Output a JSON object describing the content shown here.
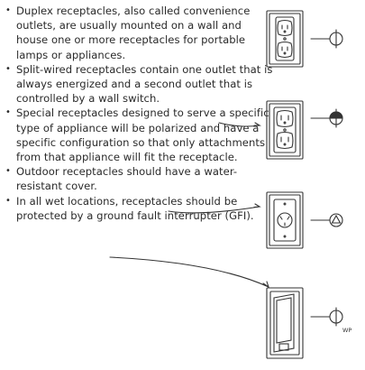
{
  "bullets": [
    "Duplex receptacles, also called convenience outlets, are usually mounted on a wall and house one or more receptacles for portable lamps or appliances.",
    "Split-wired receptacles contain one outlet that is always energized and a second outlet that is controlled by a wall switch.",
    "Special receptacles designed to serve a specific type of appliance will be polarized and have a specific configuration so that only attachments from that appliance will fit the receptacle.",
    "Outdoor receptacles should have a water-resistant cover.",
    "In all wet locations, receptacles should be protected by a ground fault interrupter (GFI)."
  ],
  "symbols": {
    "wp_label": "WP"
  }
}
